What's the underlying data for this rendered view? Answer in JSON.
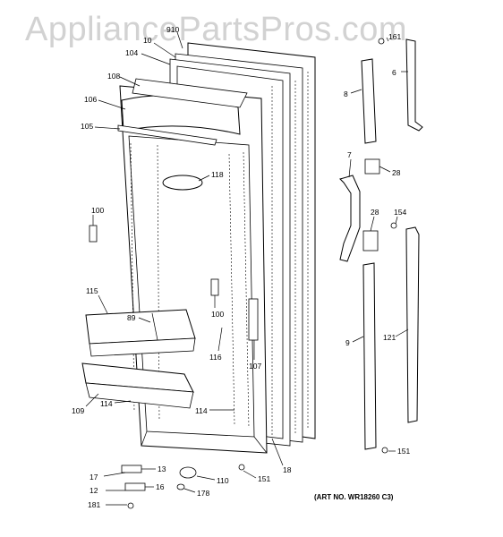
{
  "watermark": "AppliancePartsPros.com",
  "art_number": "(ART NO. WR18260 C3)",
  "labels": {
    "l910": "910",
    "l10": "10",
    "l104": "104",
    "l108": "108",
    "l106": "106",
    "l105": "105",
    "l118": "118",
    "l100a": "100",
    "l115": "115",
    "l89": "89",
    "l100b": "100",
    "l116": "116",
    "l107": "107",
    "l109": "109",
    "l114a": "114",
    "l114b": "114",
    "l17": "17",
    "l13": "13",
    "l16": "16",
    "l12": "12",
    "l181": "181",
    "l110": "110",
    "l178": "178",
    "l151a": "151",
    "l18": "18",
    "l8": "8",
    "l161": "161",
    "l6": "6",
    "l7": "7",
    "l28a": "28",
    "l28b": "28",
    "l154": "154",
    "l9": "9",
    "l121": "121",
    "l151b": "151"
  }
}
